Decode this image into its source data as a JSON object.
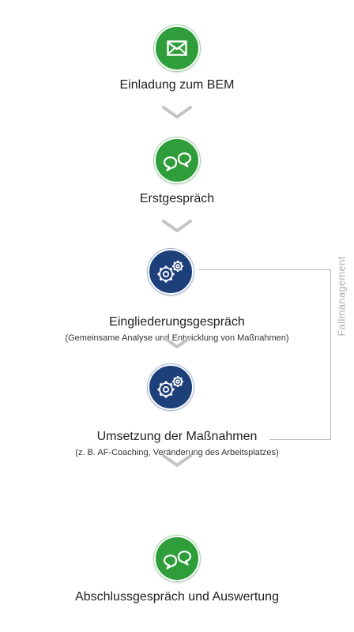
{
  "steps": [
    {
      "label": "Einladung zum BEM",
      "icon": "envelope-icon",
      "color": "#2f9e3a"
    },
    {
      "label": "Erstgespräch",
      "icon": "speech-bubbles-icon",
      "color": "#2f9e3a"
    },
    {
      "label": "Eingliederungsgespräch",
      "sublabel": "(Gemeinsame Analyse und Entwicklung von Maßnahmen)",
      "icon": "gears-icon",
      "color": "#1d3f7a"
    },
    {
      "label": "Umsetzung der Maßnahmen",
      "sublabel": "(z. B. AF-Coaching, Veränderung des Arbeitsplatzes)",
      "icon": "gears-icon",
      "color": "#1d3f7a"
    },
    {
      "label": "Abschlussgespräch und Auswertung",
      "icon": "speech-bubbles-icon",
      "color": "#2f9e3a"
    }
  ],
  "side_label": "Fallmanagement",
  "colors": {
    "green": "#2f9e3a",
    "blue": "#1d3f7a",
    "chevron": "#c4c4c4",
    "bracket": "#b8b8b8"
  }
}
